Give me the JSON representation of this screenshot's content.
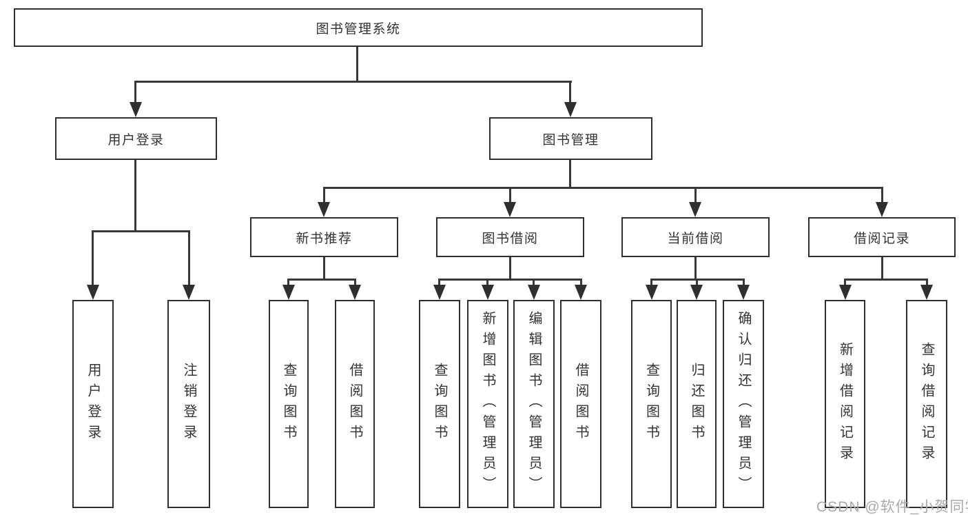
{
  "diagram_title": "图书管理系统",
  "tree": {
    "label": "图书管理系统",
    "children": [
      {
        "label": "用户登录",
        "children": [
          {
            "label": "用户登录"
          },
          {
            "label": "注销登录"
          }
        ]
      },
      {
        "label": "图书管理",
        "children": [
          {
            "label": "新书推荐",
            "children": [
              {
                "label": "查询图书"
              },
              {
                "label": "借阅图书"
              }
            ]
          },
          {
            "label": "图书借阅",
            "children": [
              {
                "label": "查询图书"
              },
              {
                "label": "新增图书（管理员）"
              },
              {
                "label": "编辑图书（管理员）"
              },
              {
                "label": "借阅图书"
              }
            ]
          },
          {
            "label": "当前借阅",
            "children": [
              {
                "label": "查询图书"
              },
              {
                "label": "归还图书"
              },
              {
                "label": "确认归还（管理员）"
              }
            ]
          },
          {
            "label": "借阅记录",
            "children": [
              {
                "label": "新增借阅记录"
              },
              {
                "label": "查询借阅记录"
              }
            ]
          }
        ]
      }
    ]
  },
  "watermark": {
    "text": "CSDN @软件_小贺同学"
  },
  "colors": {
    "line": "#383838",
    "border": "#2f2f2f",
    "text": "#333333",
    "watermark": "#a9a9a9",
    "background": "#ffffff"
  }
}
